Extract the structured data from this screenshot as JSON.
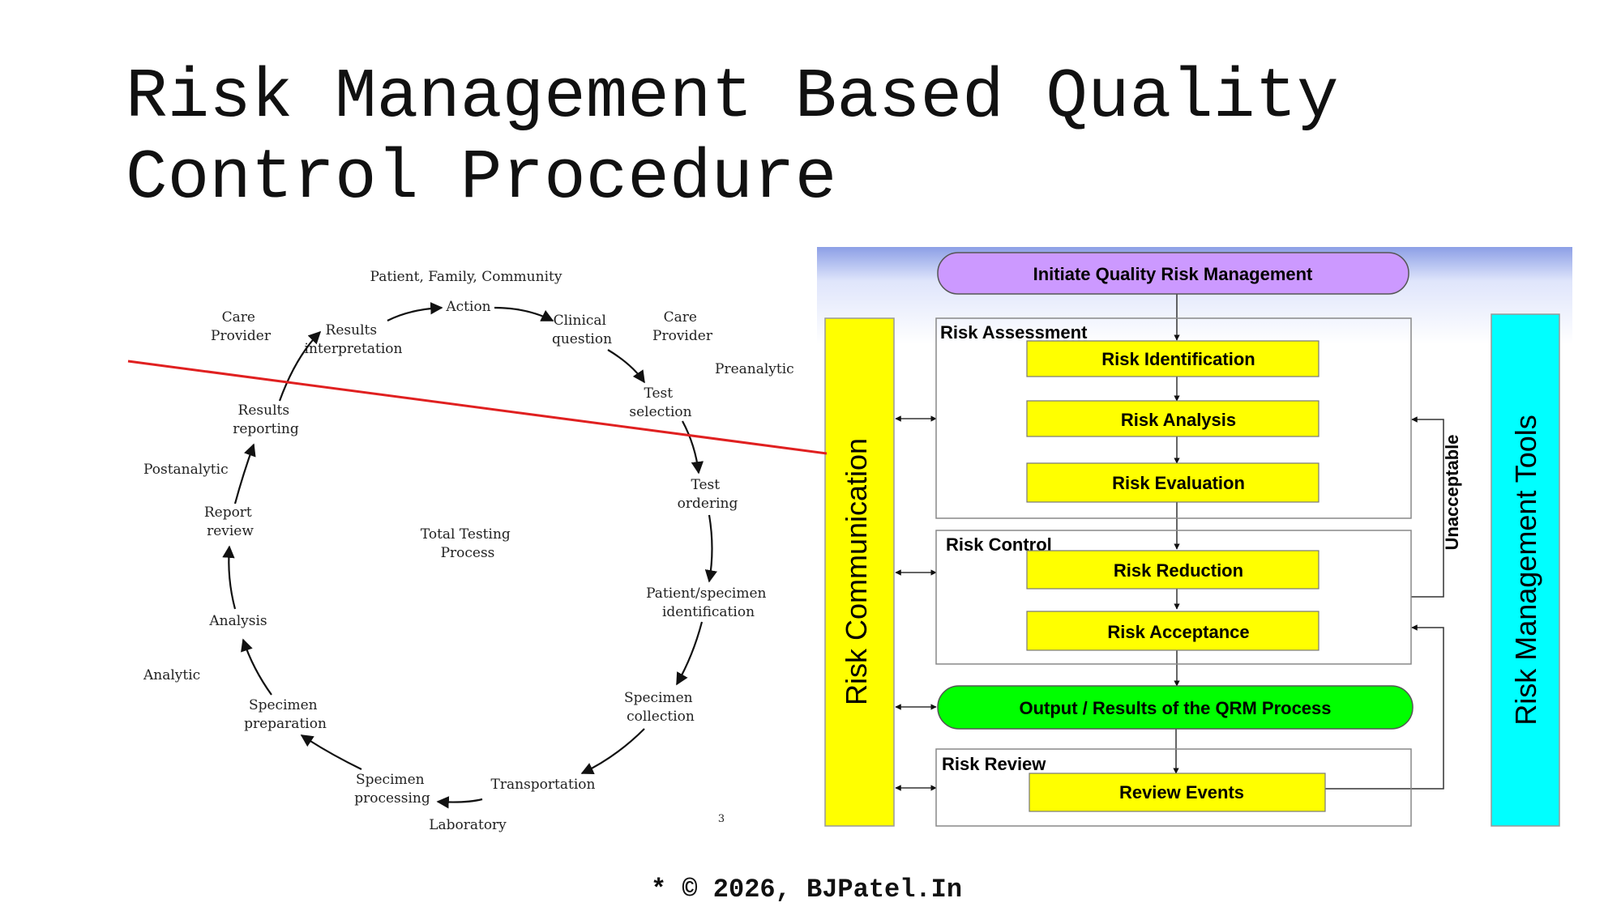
{
  "title": "Risk Management Based Quality Control Procedure",
  "title_line1": "Risk Management Based Quality",
  "title_line2": "Control Procedure",
  "footer": "* © 2026, BJPatel.In",
  "cycle": {
    "top_label": "Patient, Family, Community",
    "center_line1": "Total Testing",
    "center_line2": "Process",
    "page_number": "3",
    "care_provider_left": [
      "Care",
      "Provider"
    ],
    "care_provider_right": [
      "Care",
      "Provider"
    ],
    "phases": {
      "preanalytic": "Preanalytic",
      "postanalytic": "Postanalytic",
      "analytic": "Analytic",
      "laboratory": "Laboratory"
    },
    "steps": [
      {
        "lines": [
          "Action"
        ]
      },
      {
        "lines": [
          "Clinical",
          "question"
        ]
      },
      {
        "lines": [
          "Test",
          "selection"
        ]
      },
      {
        "lines": [
          "Test",
          "ordering"
        ]
      },
      {
        "lines": [
          "Patient/specimen",
          "identification"
        ]
      },
      {
        "lines": [
          "Specimen",
          "collection"
        ]
      },
      {
        "lines": [
          "Transportation"
        ]
      },
      {
        "lines": [
          "Specimen",
          "processing"
        ]
      },
      {
        "lines": [
          "Specimen",
          "preparation"
        ]
      },
      {
        "lines": [
          "Analysis"
        ]
      },
      {
        "lines": [
          "Report",
          "review"
        ]
      },
      {
        "lines": [
          "Results",
          "reporting"
        ]
      },
      {
        "lines": [
          "Results",
          "interpretation"
        ]
      }
    ]
  },
  "qrm": {
    "initiate": "Initiate Quality Risk Management",
    "risk_communication": "Risk Communication",
    "risk_management_tools": "Risk Management Tools",
    "unacceptable": "Unacceptable",
    "output": "Output / Results of the QRM Process",
    "sections": {
      "assessment": {
        "title": "Risk Assessment",
        "items": [
          "Risk Identification",
          "Risk Analysis",
          "Risk Evaluation"
        ]
      },
      "control": {
        "title": "Risk Control",
        "items": [
          "Risk Reduction",
          "Risk Acceptance"
        ]
      },
      "review": {
        "title": "Risk Review",
        "items": [
          "Review Events"
        ]
      }
    },
    "colors": {
      "initiate": "#cc99ff",
      "step_box": "#ffff00",
      "output": "#00ff00",
      "tools": "#00ffff",
      "communication": "#ffff00",
      "connector_line": "#e02020"
    }
  }
}
